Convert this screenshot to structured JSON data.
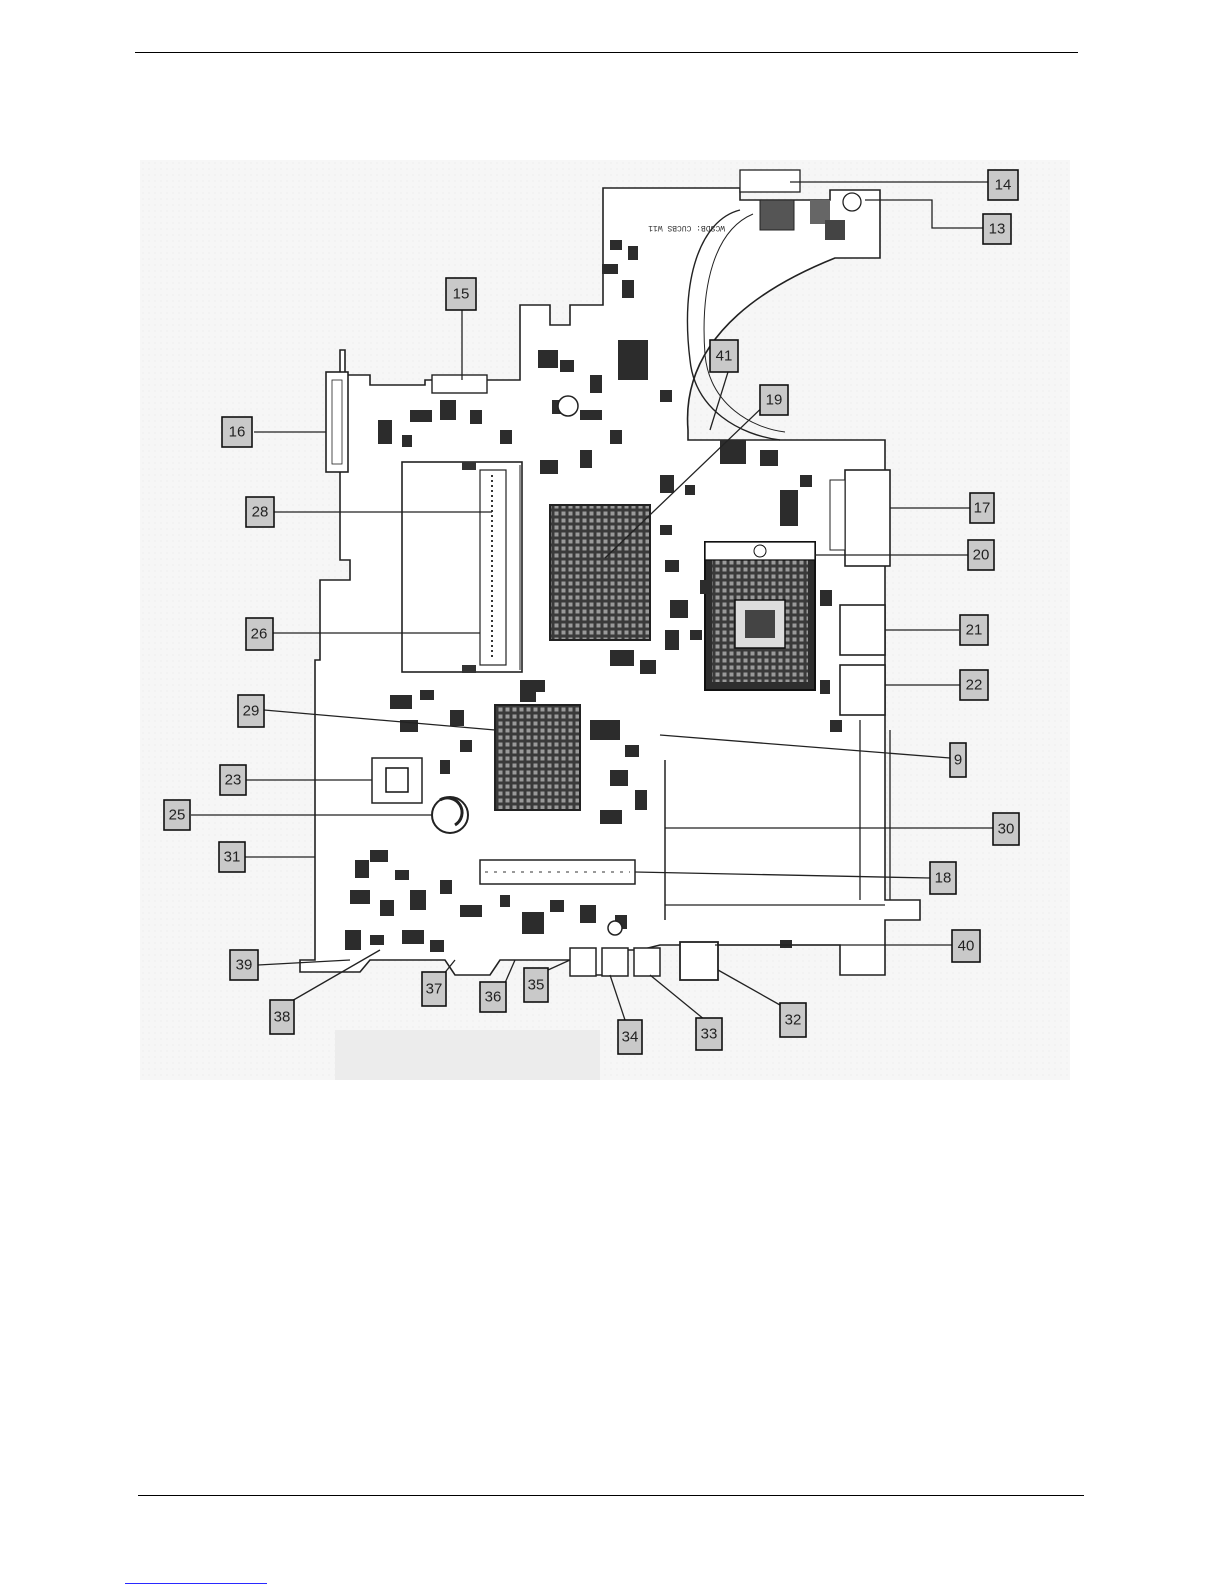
{
  "diagram": {
    "callouts": [
      {
        "id": "c14",
        "label": "14"
      },
      {
        "id": "c13",
        "label": "13"
      },
      {
        "id": "c15",
        "label": "15"
      },
      {
        "id": "c41",
        "label": "41"
      },
      {
        "id": "c19",
        "label": "19"
      },
      {
        "id": "c16",
        "label": "16"
      },
      {
        "id": "c28",
        "label": "28"
      },
      {
        "id": "c17",
        "label": "17"
      },
      {
        "id": "c20",
        "label": "20"
      },
      {
        "id": "c26",
        "label": "26"
      },
      {
        "id": "c21",
        "label": "21"
      },
      {
        "id": "c22",
        "label": "22"
      },
      {
        "id": "c29",
        "label": "29"
      },
      {
        "id": "c9",
        "label": "9"
      },
      {
        "id": "c23",
        "label": "23"
      },
      {
        "id": "c25",
        "label": "25"
      },
      {
        "id": "c30",
        "label": "30"
      },
      {
        "id": "c31",
        "label": "31"
      },
      {
        "id": "c18",
        "label": "18"
      },
      {
        "id": "c40",
        "label": "40"
      },
      {
        "id": "c39",
        "label": "39"
      },
      {
        "id": "c37",
        "label": "37"
      },
      {
        "id": "c36",
        "label": "36"
      },
      {
        "id": "c35",
        "label": "35"
      },
      {
        "id": "c32",
        "label": "32"
      },
      {
        "id": "c38",
        "label": "38"
      },
      {
        "id": "c34",
        "label": "34"
      },
      {
        "id": "c33",
        "label": "33"
      }
    ]
  }
}
